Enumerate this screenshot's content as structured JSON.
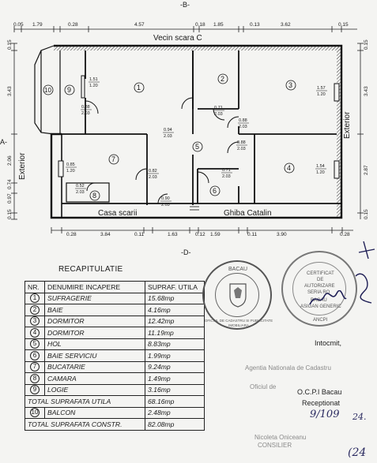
{
  "plan": {
    "section_top": "-B-",
    "section_bottom": "-D-",
    "section_left": "A-",
    "neighbour_top": "Vecin scara C",
    "stair_label": "Casa scarii",
    "neighbour_bottom": "Ghiba Catalin",
    "exterior_left": "Exterior",
    "exterior_right": "Exterior",
    "top_dims": [
      "0.05",
      "1.79",
      "0.28",
      "4.57",
      "0.18",
      "1.85",
      "0.13",
      "3.62",
      "0.15"
    ],
    "bottom_dims": [
      "0.28",
      "3.84",
      "0.11",
      "1.63",
      "0.12",
      "1.59",
      "0.11",
      "3.90",
      "0.28"
    ],
    "left_dims": [
      "0.15",
      "3.43",
      "2.06",
      "0.74",
      "0.97",
      "0.15"
    ],
    "right_dims": [
      "0.15",
      "3.43",
      "2.87",
      "0.15"
    ],
    "room_numbers": [
      "1",
      "2",
      "3",
      "4",
      "5",
      "6",
      "7",
      "8",
      "9",
      "10"
    ],
    "openings": [
      {
        "w": "1.51",
        "h": "1.20"
      },
      {
        "w": "0.88",
        "h": "2.03"
      },
      {
        "w": "0.71",
        "h": "2.03"
      },
      {
        "w": "1.57",
        "h": "1.20"
      },
      {
        "w": "0.94",
        "h": "2.03"
      },
      {
        "w": "0.88",
        "h": "2.03"
      },
      {
        "w": "0.88",
        "h": "2.03"
      },
      {
        "w": "0.85",
        "h": "1.20"
      },
      {
        "w": "0.82",
        "h": "2.03"
      },
      {
        "w": "0.71",
        "h": "2.03"
      },
      {
        "w": "1.54",
        "h": "1.20"
      },
      {
        "w": "0.52",
        "h": "2.03"
      },
      {
        "w": "0.90",
        "h": "2.03"
      }
    ]
  },
  "recap": {
    "title": "RECAPITULATIE",
    "headers": [
      "NR.",
      "DENUMIRE INCAPERE",
      "SUPRAF. UTILA"
    ],
    "rows": [
      {
        "nr": "1",
        "name": "SUFRAGERIE",
        "area": "15.68mp"
      },
      {
        "nr": "2",
        "name": "BAIE",
        "area": "4.16mp"
      },
      {
        "nr": "3",
        "name": "DORMITOR",
        "area": "12.42mp"
      },
      {
        "nr": "4",
        "name": "DORMITOR",
        "area": "11.19mp"
      },
      {
        "nr": "5",
        "name": "HOL",
        "area": "8.83mp"
      },
      {
        "nr": "6",
        "name": "BAIE SERVICIU",
        "area": "1.99mp"
      },
      {
        "nr": "7",
        "name": "BUCATARIE",
        "area": "9.24mp"
      },
      {
        "nr": "8",
        "name": "CAMARA",
        "area": "1.49mp"
      },
      {
        "nr": "9",
        "name": "LOGIE",
        "area": "3.16mp"
      }
    ],
    "total_util_label": "TOTAL SUPRAFATA UTILA",
    "total_util_value": "68.16mp",
    "balcon": {
      "nr": "10",
      "name": "BALCON",
      "area": "2.48mp"
    },
    "total_constr_label": "TOTAL SUPRAFATA CONSTR.",
    "total_constr_value": "82.08mp"
  },
  "stamps": {
    "cadastru_top": "BACAU",
    "cadastru_ring": "OFICIUL DE CADASTRU SI PUBLICITATE IMOBILIARA",
    "autorizat_lines": [
      "CERTIFICAT",
      "DE",
      "AUTORIZARE",
      "SERIA RO",
      "BACAU",
      "ASIGAN GENERIC"
    ],
    "autorizat_bottom": "ANCPI"
  },
  "notes": {
    "intocmit": "Intocmit,",
    "ocpi": "O.C.P.I Bacau",
    "receptionat": "Receptionat",
    "agentia": "Agentia Nationala de Cadastru",
    "faded_1": "Oficiul de",
    "faded_2": "Nicoleta Oniceanu",
    "faded_3": "CONSILIER"
  },
  "signatures": {
    "date_scrawl": "9/109",
    "right_scrawl": "24.",
    "corner_scrawl": "(24"
  }
}
